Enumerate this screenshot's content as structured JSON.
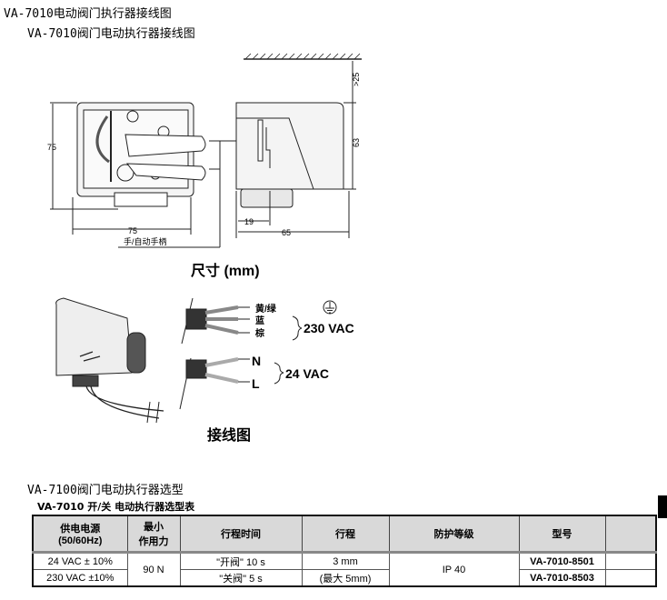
{
  "page": {
    "title": "VA-7010电动阀门执行器接线图",
    "subtitle": "VA-7010阀门电动执行器接线图",
    "selection_heading": "VA-7100阀门电动执行器选型"
  },
  "dimension_drawing": {
    "caption": "尺寸 (mm)",
    "labels": {
      "height": "75",
      "width": "75",
      "clearance": ">25",
      "body_height": "63",
      "offset": "19",
      "depth": "65",
      "handle": "手/自动手柄"
    }
  },
  "wiring_drawing": {
    "caption": "接线图",
    "wires_230": [
      "黄/绿",
      "蓝",
      "棕"
    ],
    "supply_230": "230 VAC",
    "wires_24": [
      "N",
      "L"
    ],
    "supply_24": "24 VAC"
  },
  "table": {
    "title": "VA-7010 开/关 电动执行器选型表",
    "headers": [
      "供电电源",
      "(50/60Hz)",
      "最小",
      "作用力",
      "行程时间",
      "行程",
      "防护等级",
      "型号",
      ""
    ],
    "rows": [
      {
        "power": "24 VAC ± 10%",
        "model": "VA-7010-8501"
      },
      {
        "power": "230 VAC ±10%",
        "model": "VA-7010-8503"
      }
    ],
    "force": "90 N",
    "time_open": "\"开阀\" 10 s",
    "time_close": "\"关阀\" 5 s",
    "stroke": "3 mm",
    "stroke_max": "(最大 5mm)",
    "protection": "IP 40"
  }
}
